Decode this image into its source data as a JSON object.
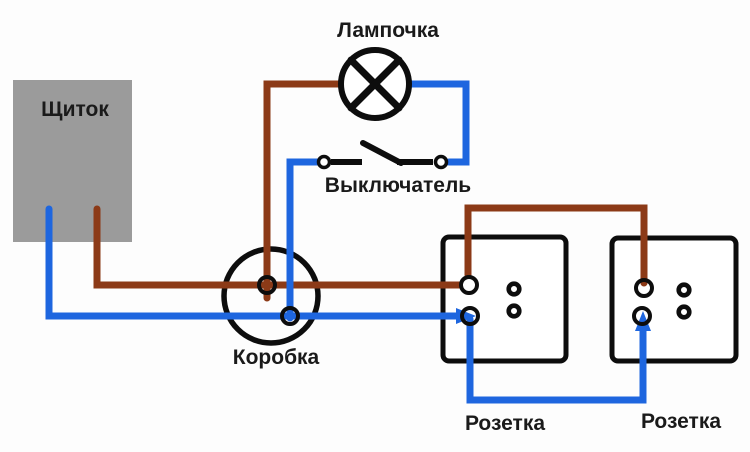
{
  "diagram": {
    "type": "electrical-wiring-diagram",
    "components": [
      {
        "id": "panel",
        "label": "Щиток"
      },
      {
        "id": "lamp",
        "label": "Лампочка"
      },
      {
        "id": "switch",
        "label": "Выключатель"
      },
      {
        "id": "junction-box",
        "label": "Коробка"
      },
      {
        "id": "socket-1",
        "label": "Розетка"
      },
      {
        "id": "socket-2",
        "label": "Розетка"
      }
    ],
    "wires": [
      {
        "id": "neutral-main",
        "color-name": "blue",
        "from": "panel",
        "to": "socket-1-neutral-terminal"
      },
      {
        "id": "phase-main",
        "color-name": "brown",
        "from": "panel",
        "to": "socket-1-phase-terminal"
      },
      {
        "id": "phase-lamp-branch",
        "color-name": "brown",
        "from": "junction-box",
        "to": "lamp"
      },
      {
        "id": "neutral-switch-branch",
        "color-name": "blue",
        "from": "junction-box",
        "to": "switch"
      },
      {
        "id": "neutral-lamp-link",
        "color-name": "blue",
        "from": "switch",
        "to": "lamp"
      },
      {
        "id": "phase-socket-link",
        "color-name": "brown",
        "from": "socket-1",
        "to": "socket-2"
      },
      {
        "id": "neutral-socket-link",
        "color-name": "blue",
        "from": "socket-1",
        "to": "socket-2"
      }
    ],
    "colors": {
      "phase-wire": "#8C3A17",
      "neutral-wire": "#1E66DF",
      "panel-fill": "#9B9B9B",
      "symbol": "#0D0D0D",
      "text": "#1A1A1A",
      "background": "#FDFDFD"
    }
  }
}
